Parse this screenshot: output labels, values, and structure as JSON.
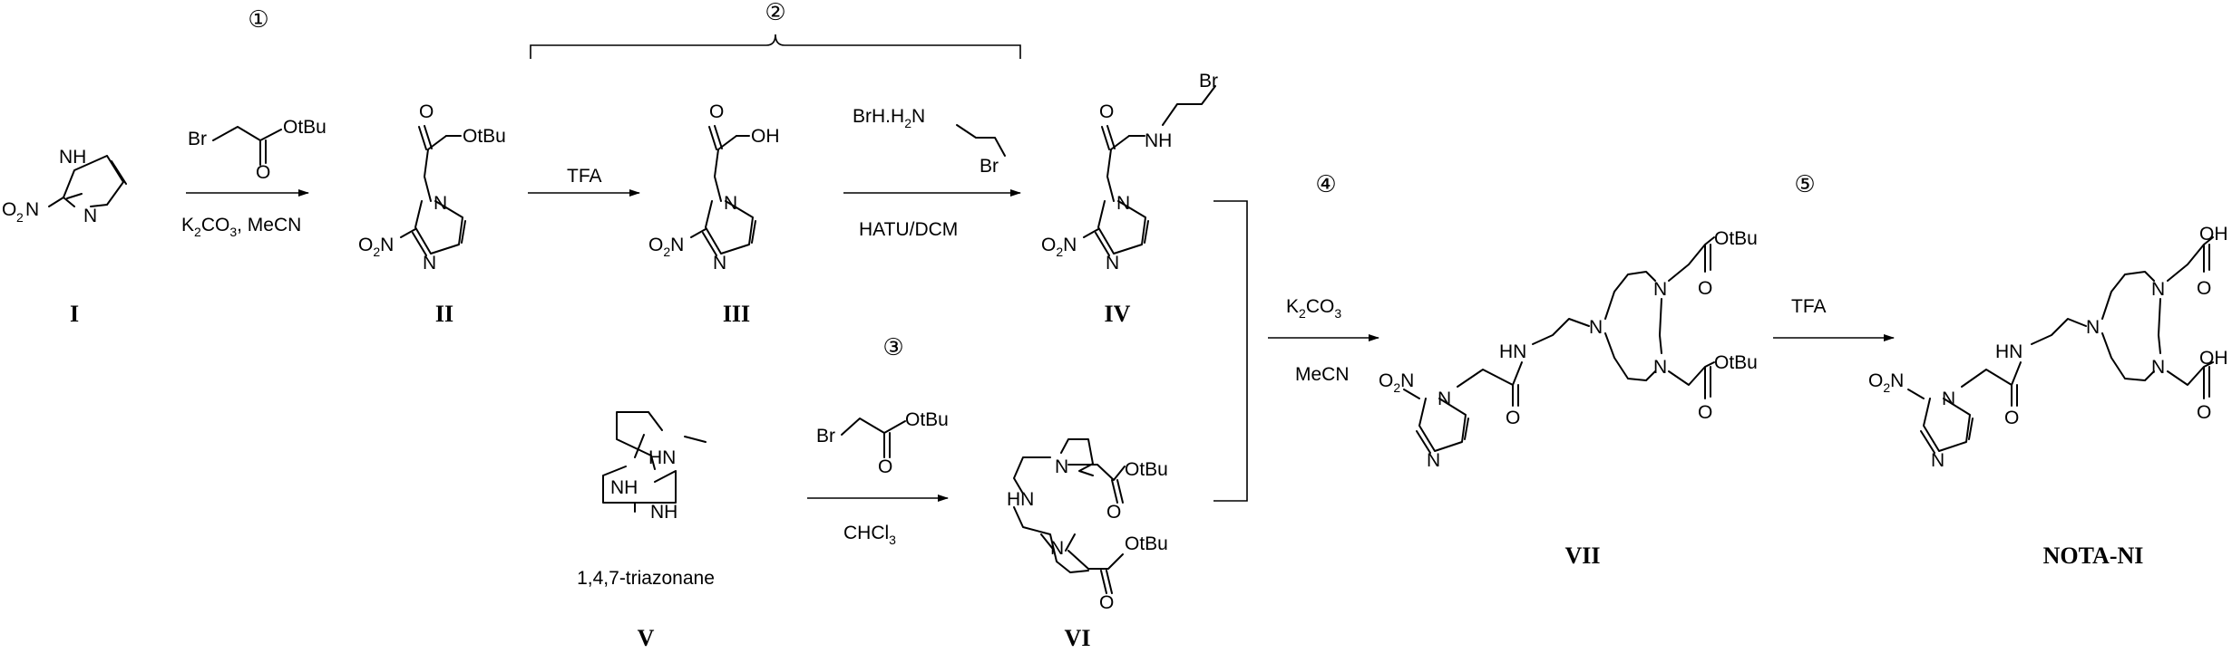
{
  "steps": {
    "s1": "①",
    "s2": "②",
    "s3": "③",
    "s4": "④",
    "s5": "⑤"
  },
  "compounds": {
    "I": "I",
    "II": "II",
    "III": "III",
    "IV": "IV",
    "V": "V",
    "V_name": "1,4,7-triazonane",
    "VI": "VI",
    "VII": "VII",
    "final": "NOTA-NI"
  },
  "conditions": {
    "step1_reagent": "Br",
    "step1_ester": "OtBu",
    "step1_o": "O",
    "step1_base": "K",
    "step1_base_sub": "2",
    "step1_base2": "CO",
    "step1_base_sub2": "3",
    "step1_solvent": ", MeCN",
    "step2a": "TFA",
    "step2b_salt": "BrH",
    "step2b_amine": "H",
    "step2b_amine_sub": "2",
    "step2b_n": "N",
    "step2b_br": "Br",
    "step2b_coupling": "HATU/DCM",
    "step3_solvent": "CHCl",
    "step3_solvent_sub": "3",
    "step4_base": "K",
    "step4_base_sub": "2",
    "step4_base2": "CO",
    "step4_base_sub2": "3",
    "step4_solvent": "MeCN",
    "step5": "TFA"
  },
  "atoms": {
    "NH": "NH",
    "N": "N",
    "H": "H",
    "O": "O",
    "O2": "2",
    "Br": "Br",
    "OH": "OH",
    "OtBu": "OtBu",
    "HN": "HN"
  },
  "colors": {
    "ink": "#000000",
    "background": "#ffffff"
  }
}
